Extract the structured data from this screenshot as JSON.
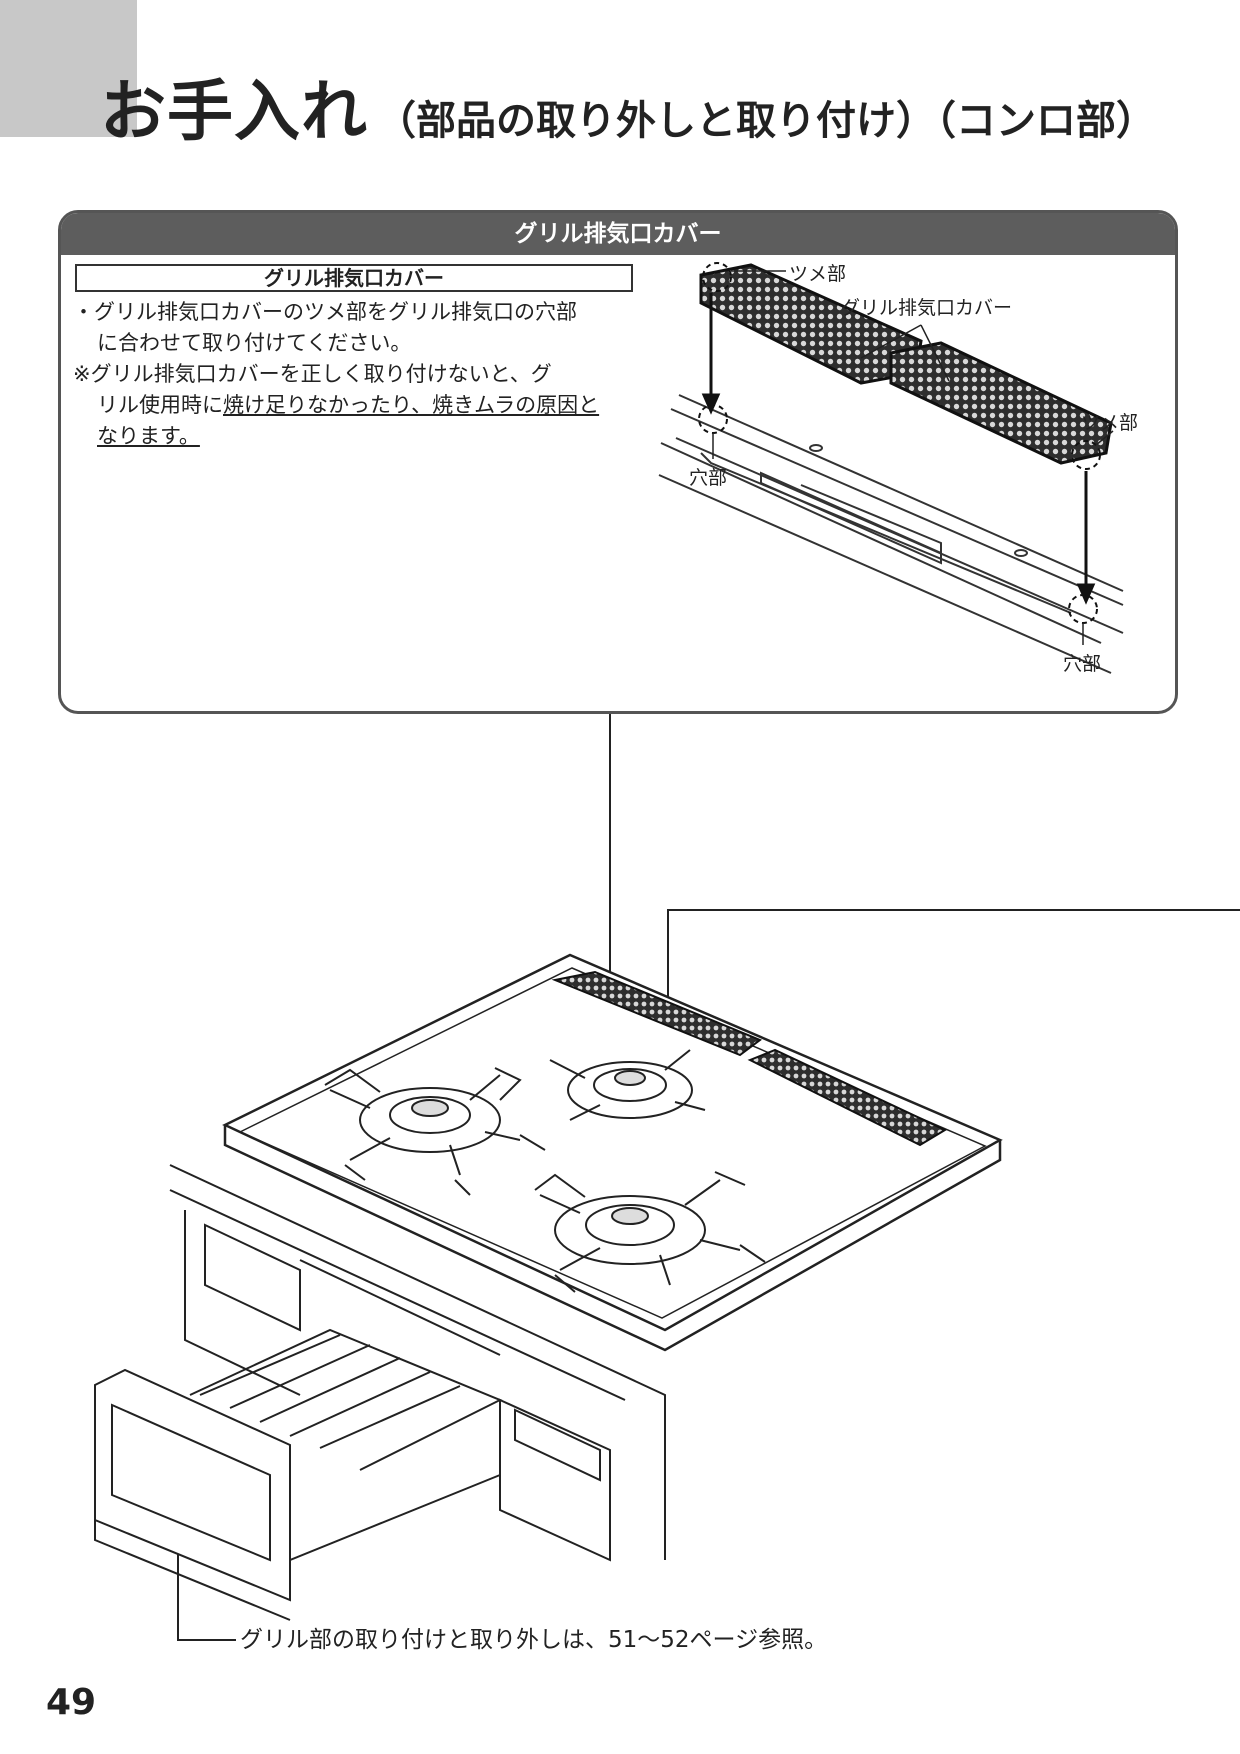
{
  "header": {
    "title_main": "お手入れ",
    "title_sub": "（部品の取り外しと取り付け）（コンロ部）"
  },
  "section": {
    "header": "グリル排気口カバー",
    "subheading": "グリル排気口カバー",
    "instruction_line1": "・グリル排気口カバーのツメ部をグリル排気口の穴部",
    "instruction_line2": "に合わせて取り付けてください。",
    "warning_line1": "※グリル排気口カバーを正しく取り付けないと、グ",
    "warning_line2_plain": "リル使用時に",
    "warning_line2_underlined": "焼け足りなかったり、焼きムラの原因と",
    "warning_line3_underlined": "なります。"
  },
  "diagram_labels": {
    "tab_top": "ツメ部",
    "cover": "グリル排気口カバー",
    "tab_right": "ツメ部",
    "hole_left": "穴部",
    "hole_right": "穴部"
  },
  "footnote": "グリル部の取り付けと取り外しは、51〜52ページ参照。",
  "page_number": "49",
  "colors": {
    "header_bg": "#5d5d5d",
    "corner_tab": "#c8c8c8",
    "line": "#222222"
  }
}
